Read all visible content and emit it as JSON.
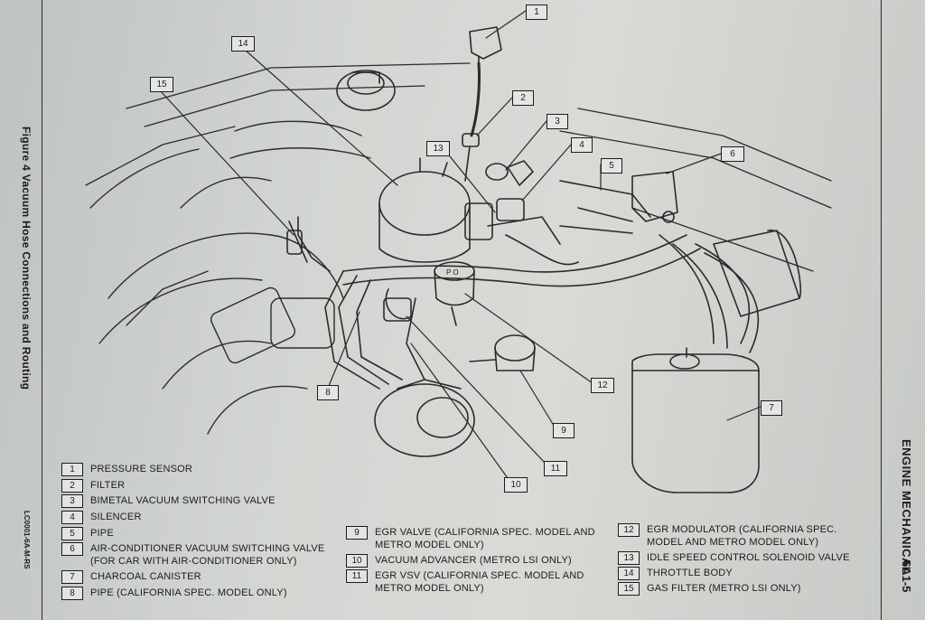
{
  "figure_caption": "Figure 4 Vacuum Hose Connections and Routing",
  "document_code": "LC0001-6A-M-RS",
  "header": {
    "section": "ENGINE MECHANICAL",
    "page": "6A1-5"
  },
  "callouts": [
    {
      "id": "c1",
      "label": "1"
    },
    {
      "id": "c2",
      "label": "2"
    },
    {
      "id": "c3",
      "label": "3"
    },
    {
      "id": "c4",
      "label": "4"
    },
    {
      "id": "c5",
      "label": "5"
    },
    {
      "id": "c6",
      "label": "6"
    },
    {
      "id": "c7",
      "label": "7"
    },
    {
      "id": "c8",
      "label": "8"
    },
    {
      "id": "c9",
      "label": "9"
    },
    {
      "id": "c10",
      "label": "10"
    },
    {
      "id": "c11",
      "label": "11"
    },
    {
      "id": "c12",
      "label": "12"
    },
    {
      "id": "c13",
      "label": "13"
    },
    {
      "id": "c14",
      "label": "14"
    },
    {
      "id": "c15",
      "label": "15"
    }
  ],
  "legend": [
    {
      "num": "1",
      "text": "PRESSURE SENSOR"
    },
    {
      "num": "2",
      "text": "FILTER"
    },
    {
      "num": "3",
      "text": "BIMETAL VACUUM SWITCHING VALVE"
    },
    {
      "num": "4",
      "text": "SILENCER"
    },
    {
      "num": "5",
      "text": "PIPE"
    },
    {
      "num": "6",
      "text": "AIR-CONDITIONER VACUUM SWITCHING VALVE (FOR CAR WITH AIR-CONDITIONER ONLY)"
    },
    {
      "num": "7",
      "text": "CHARCOAL CANISTER"
    },
    {
      "num": "8",
      "text": "PIPE (CALIFORNIA SPEC. MODEL ONLY)"
    },
    {
      "num": "9",
      "text": "EGR VALVE (CALIFORNIA SPEC. MODEL AND METRO MODEL ONLY)"
    },
    {
      "num": "10",
      "text": "VACUUM ADVANCER (METRO LSI ONLY)"
    },
    {
      "num": "11",
      "text": "EGR VSV (CALIFORNIA SPEC. MODEL AND METRO MODEL ONLY)"
    },
    {
      "num": "12",
      "text": "EGR MODULATOR (CALIFORNIA SPEC. MODEL AND METRO MODEL ONLY)"
    },
    {
      "num": "13",
      "text": "IDLE SPEED CONTROL SOLENOID VALVE"
    },
    {
      "num": "14",
      "text": "THROTTLE BODY"
    },
    {
      "num": "15",
      "text": "GAS FILTER (METRO LSI ONLY)"
    }
  ],
  "egr_modulator_mark": "P O"
}
